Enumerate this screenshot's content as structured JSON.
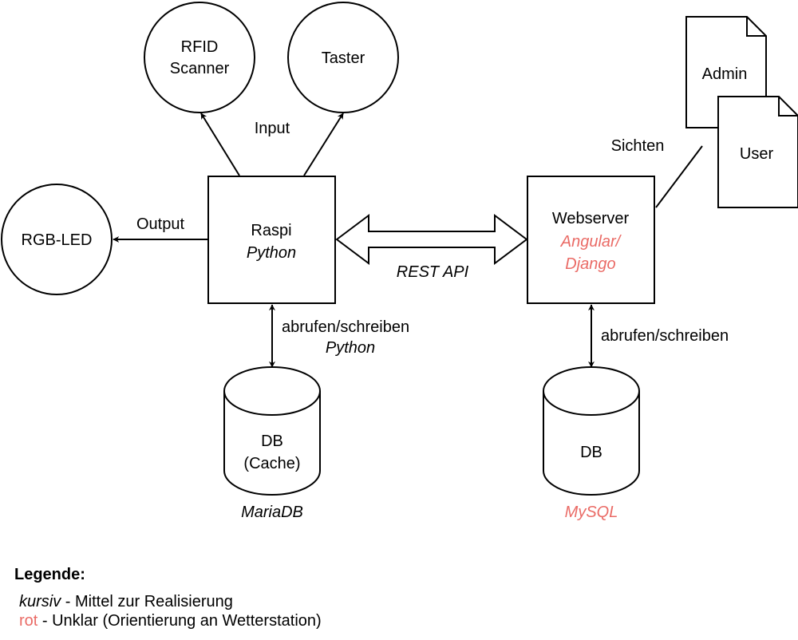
{
  "nodes": {
    "rfid": [
      "RFID",
      "Scanner"
    ],
    "taster": "Taster",
    "rgb_led": "RGB-LED",
    "raspi": {
      "title": "Raspi",
      "tech": "Python"
    },
    "webserver": {
      "title": "Webserver",
      "tech_lines": [
        "Angular/",
        "Django"
      ]
    },
    "db_cache": {
      "lines": [
        "DB",
        "(Cache)"
      ],
      "tech": "MariaDB"
    },
    "db_main": {
      "label": "DB",
      "tech": "MySQL"
    },
    "admin_doc": "Admin",
    "user_doc": "User"
  },
  "edges": {
    "input": "Input",
    "output": "Output",
    "rest_api": "REST API",
    "sichten": "Sichten",
    "raspi_db": {
      "action": "abrufen/schreiben",
      "tech": "Python"
    },
    "web_db": {
      "action": "abrufen/schreiben"
    }
  },
  "legend": {
    "title": "Legende:",
    "italic_key": "kursiv",
    "italic_desc": " - Mittel zur Realisierung",
    "red_key": "rot",
    "red_desc": " - Unklar (Orientierung an Wetterstation)"
  },
  "colors": {
    "unclear": "#ea6b66",
    "stroke": "#000000"
  }
}
